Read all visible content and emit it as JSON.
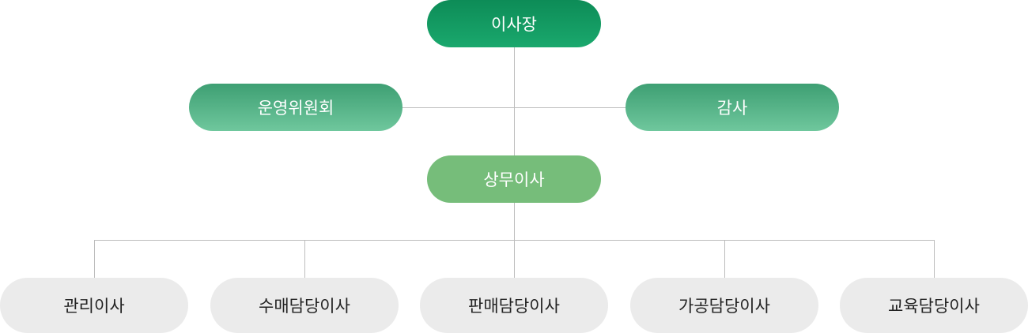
{
  "org_chart": {
    "chair": {
      "label": "이사장"
    },
    "committee": {
      "label": "운영위원회"
    },
    "auditor": {
      "label": "감사"
    },
    "executive_director": {
      "label": "상무이사"
    },
    "directors": [
      {
        "label": "관리이사"
      },
      {
        "label": "수매담당이사"
      },
      {
        "label": "판매담당이사"
      },
      {
        "label": "가공담당이사"
      },
      {
        "label": "교육담당이사"
      }
    ]
  },
  "colors": {
    "chair_top": "#0d8c57",
    "chair_bottom": "#1aa86d",
    "side_top": "#3e9f73",
    "side_bottom": "#6fc79d",
    "executive": "#76bd7a",
    "leaf_bg": "#ebebeb",
    "leaf_text": "#222222",
    "connector": "#bdbdbd"
  }
}
